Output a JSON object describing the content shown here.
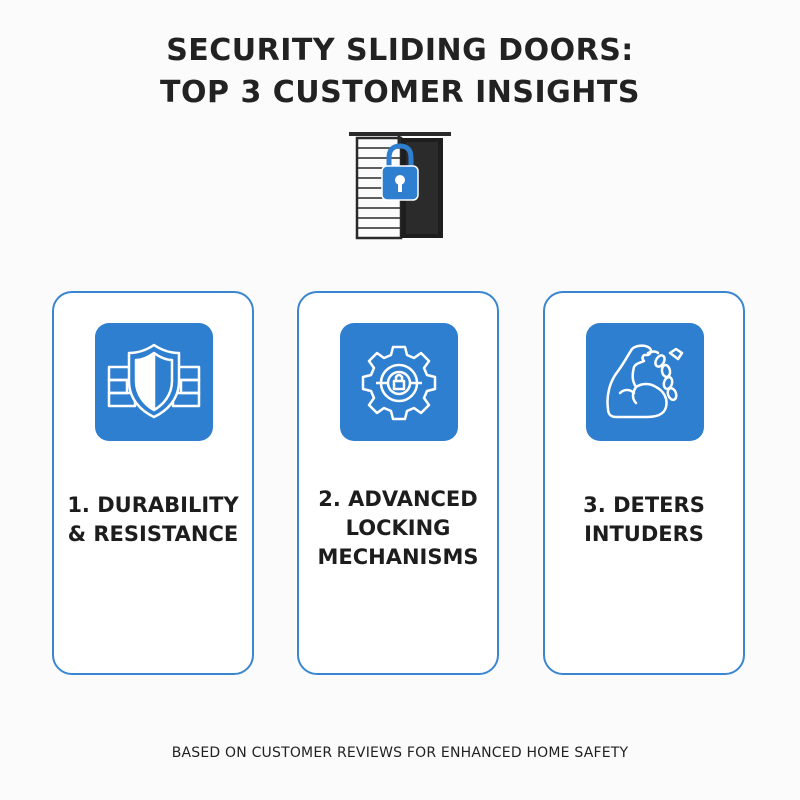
{
  "header": {
    "title_line1": "SECURITY SLIDING DOORS:",
    "title_line2": "TOP 3 CUSTOMER INSIGHTS",
    "hero_icon": "sliding-door-padlock-icon"
  },
  "cards": [
    {
      "number": "1.",
      "line1": "1. DURABILITY",
      "line2": "& RESISTANCE",
      "line3": "",
      "icon": "shield-wall-icon"
    },
    {
      "number": "2.",
      "line1": "2. ADVANCED",
      "line2": "LOCKING",
      "line3": "MECHANISMS",
      "icon": "gear-lock-icon"
    },
    {
      "number": "3.",
      "line1": "3. DETERS",
      "line2": "INTUDERS",
      "line3": "",
      "icon": "flexed-arm-chain-icon"
    }
  ],
  "footer": {
    "text": "BASED ON CUSTOMER REVIEWS FOR ENHANCED HOME SAFETY"
  },
  "colors": {
    "accent": "#2f7fd1",
    "card_border": "#3a86d1",
    "text": "#1f1f1f",
    "background": "#fbfbfb"
  }
}
